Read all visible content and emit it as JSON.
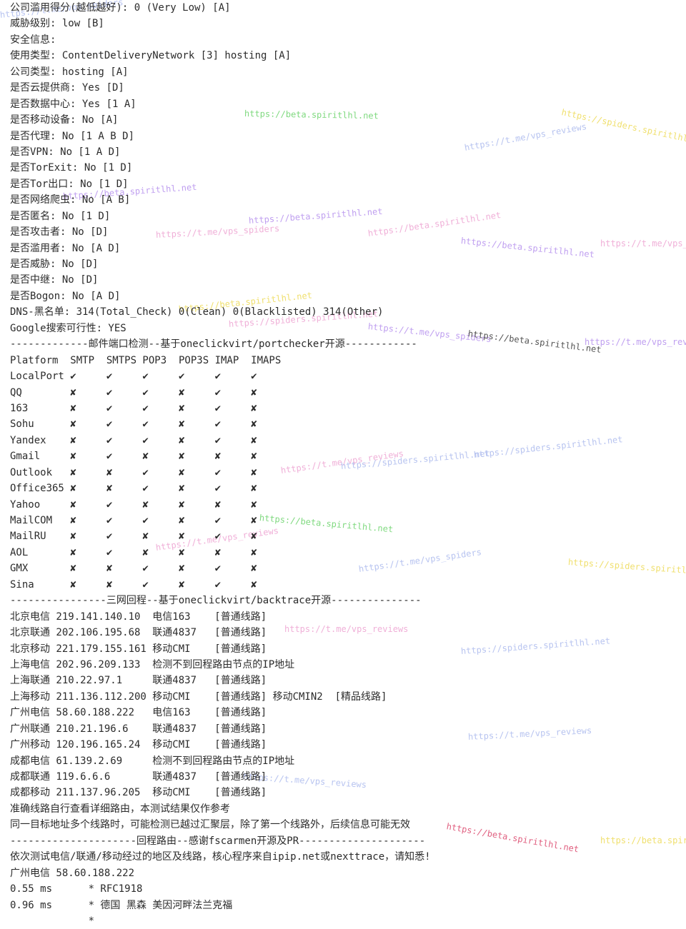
{
  "lines": [
    "公司滥用得分(越低越好): 0 (Very Low) [A]",
    "威胁级别: low [B]",
    "安全信息:",
    "使用类型: ContentDeliveryNetwork [3] hosting [A]",
    "公司类型: hosting [A]",
    "是否云提供商: Yes [D]",
    "是否数据中心: Yes [1 A]",
    "是否移动设备: No [A]",
    "是否代理: No [1 A B D]",
    "是否VPN: No [1 A D]",
    "是否TorExit: No [1 D]",
    "是否Tor出口: No [1 D]",
    "是否网络爬虫: No [A B]",
    "是否匿名: No [1 D]",
    "是否攻击者: No [D]",
    "是否滥用者: No [A D]",
    "是否威胁: No [D]",
    "是否中继: No [D]",
    "是否Bogon: No [A D]",
    "DNS-黑名单: 314(Total_Check) 0(Clean) 0(Blacklisted) 314(Other)",
    "Google搜索可行性: YES",
    "-------------邮件端口检测--基于oneclickvirt/portchecker开源------------",
    "Platform  SMTP  SMTPS POP3  POP3S IMAP  IMAPS",
    "LocalPort ✔     ✔     ✔     ✔     ✔     ✔",
    "QQ        ✘     ✔     ✔     ✘     ✔     ✘",
    "163       ✘     ✔     ✔     ✘     ✔     ✘",
    "Sohu      ✘     ✔     ✔     ✘     ✔     ✘",
    "Yandex    ✘     ✔     ✔     ✘     ✔     ✘",
    "Gmail     ✘     ✔     ✘     ✘     ✘     ✘",
    "Outlook   ✘     ✘     ✔     ✘     ✔     ✘",
    "Office365 ✘     ✘     ✔     ✘     ✔     ✘",
    "Yahoo     ✘     ✔     ✘     ✘     ✘     ✘",
    "MailCOM   ✘     ✔     ✔     ✘     ✔     ✘",
    "MailRU    ✘     ✔     ✘     ✘     ✔     ✘",
    "AOL       ✘     ✔     ✘     ✘     ✘     ✘",
    "GMX       ✘     ✘     ✔     ✘     ✔     ✘",
    "Sina      ✘     ✘     ✔     ✘     ✔     ✘",
    "----------------三网回程--基于oneclickvirt/backtrace开源---------------",
    "北京电信 219.141.140.10  电信163    [普通线路]",
    "北京联通 202.106.195.68  联通4837   [普通线路]",
    "北京移动 221.179.155.161 移动CMI    [普通线路]",
    "上海电信 202.96.209.133  检测不到回程路由节点的IP地址",
    "上海联通 210.22.97.1     联通4837   [普通线路]",
    "上海移动 211.136.112.200 移动CMI    [普通线路] 移动CMIN2  [精品线路]",
    "广州电信 58.60.188.222   电信163    [普通线路]",
    "广州联通 210.21.196.6    联通4837   [普通线路]",
    "广州移动 120.196.165.24  移动CMI    [普通线路]",
    "成都电信 61.139.2.69     检测不到回程路由节点的IP地址",
    "成都联通 119.6.6.6       联通4837   [普通线路]",
    "成都移动 211.137.96.205  移动CMI    [普通线路]",
    "准确线路自行查看详细路由，本测试结果仅作参考",
    "同一目标地址多个线路时，可能检测已越过汇聚层，除了第一个线路外，后续信息可能无效",
    "---------------------回程路由--感谢fscarmen开源及PR---------------------",
    "依次测试电信/联通/移动经过的地区及线路，核心程序来自ipip.net或nexttrace，请知悉!",
    "广州电信 58.60.188.222",
    "0.55 ms      * RFC1918",
    "0.96 ms      * 德国 黑森 美因河畔法兰克福",
    "             * "
  ],
  "watermarks": [
    {
      "text": "https://t.me/vps_spiders",
      "color": "#b8c4f0"
    },
    {
      "text": "https://beta.spiritlhl.net",
      "color": "#7fd97f"
    },
    {
      "text": "https://spiders.spiritlhl.net",
      "color": "#f0e070"
    },
    {
      "text": "https://t.me/vps_reviews",
      "color": "#b8c4f0"
    },
    {
      "text": "https://beta.spiritlhl.net",
      "color": "#c0a0f0"
    },
    {
      "text": "https://beta.spiritlhl.net",
      "color": "#c0a0f0"
    },
    {
      "text": "https://t.me/vps_spiders",
      "color": "#f0b0d8"
    },
    {
      "text": "https://beta.spiritlhl.net",
      "color": "#f0b0d8"
    },
    {
      "text": "https://beta.spiritlhl.net",
      "color": "#c0a0f0"
    },
    {
      "text": "https://beta.spiritlhl.net",
      "color": "#f0e070"
    },
    {
      "text": "https://t.me/vps_",
      "color": "#f0b0d8"
    },
    {
      "text": "https://spiders.spiritlhl.net",
      "color": "#f0b0d8"
    },
    {
      "text": "https://t.me/vps_spiders",
      "color": "#c0a0f0"
    },
    {
      "text": "https://beta.spiritlhl.net",
      "color": "#555555"
    },
    {
      "text": "https://t.me/vps_rev",
      "color": "#c0a0f0"
    },
    {
      "text": "https://t.me/vps_reviews",
      "color": "#f0b0d8"
    },
    {
      "text": "https://spiders.spiritlhl.net",
      "color": "#b8c4f0"
    },
    {
      "text": "https://spiders.spiritlhl.net",
      "color": "#b8c4f0"
    },
    {
      "text": "https://beta.spiritlhl.net",
      "color": "#7fd97f"
    },
    {
      "text": "https://t.me/vps_reviews",
      "color": "#f0b0d8"
    },
    {
      "text": "https://t.me/vps_spiders",
      "color": "#b8c4f0"
    },
    {
      "text": "https://spiders.spiritl",
      "color": "#f0e070"
    },
    {
      "text": "https://t.me/vps_reviews",
      "color": "#f0b0d8"
    },
    {
      "text": "https://spiders.spiritlhl.net",
      "color": "#b8c4f0"
    },
    {
      "text": "https://t.me/vps_reviews",
      "color": "#b8c4f0"
    },
    {
      "text": "https://t.me/vps_reviews",
      "color": "#b8c4f0"
    },
    {
      "text": "https://beta.spiritlhl.net",
      "color": "#e06080"
    },
    {
      "text": "https://beta.spiri",
      "color": "#f0e070"
    }
  ]
}
